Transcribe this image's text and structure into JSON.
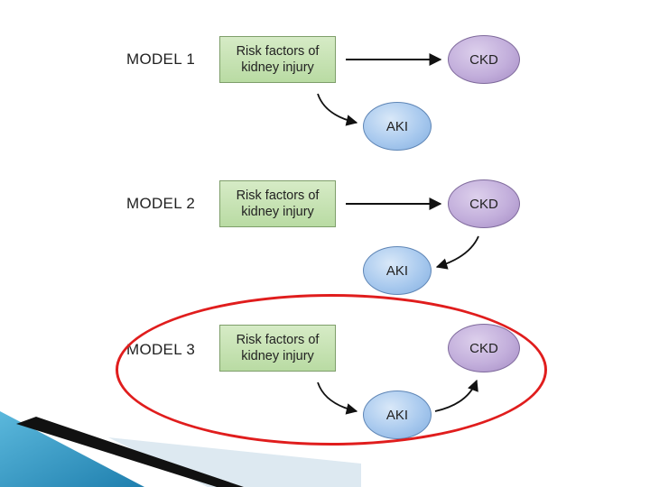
{
  "models": [
    {
      "label": "MODEL 1",
      "risk_box": [
        "Risk factors of",
        "kidney injury"
      ],
      "ckd_label": "CKD",
      "aki_label": "AKI",
      "flows": [
        "risk-to-ckd",
        "risk-to-aki"
      ]
    },
    {
      "label": "MODEL 2",
      "risk_box": [
        "Risk factors of",
        "kidney injury"
      ],
      "ckd_label": "CKD",
      "aki_label": "AKI",
      "flows": [
        "risk-to-ckd",
        "ckd-to-aki"
      ]
    },
    {
      "label": "MODEL 3",
      "risk_box": [
        "Risk factors of",
        "kidney injury"
      ],
      "ckd_label": "CKD",
      "aki_label": "AKI",
      "flows": [
        "risk-to-aki",
        "aki-to-ckd"
      ],
      "highlighted": true
    }
  ],
  "colors": {
    "risk_box_fill": "#c7e3b5",
    "ckd_fill": "#c2aedb",
    "aki_fill": "#a8c9ee",
    "highlight": "#e01d1d",
    "arrow": "#111111",
    "deco_blue": "#3aa0c8"
  }
}
